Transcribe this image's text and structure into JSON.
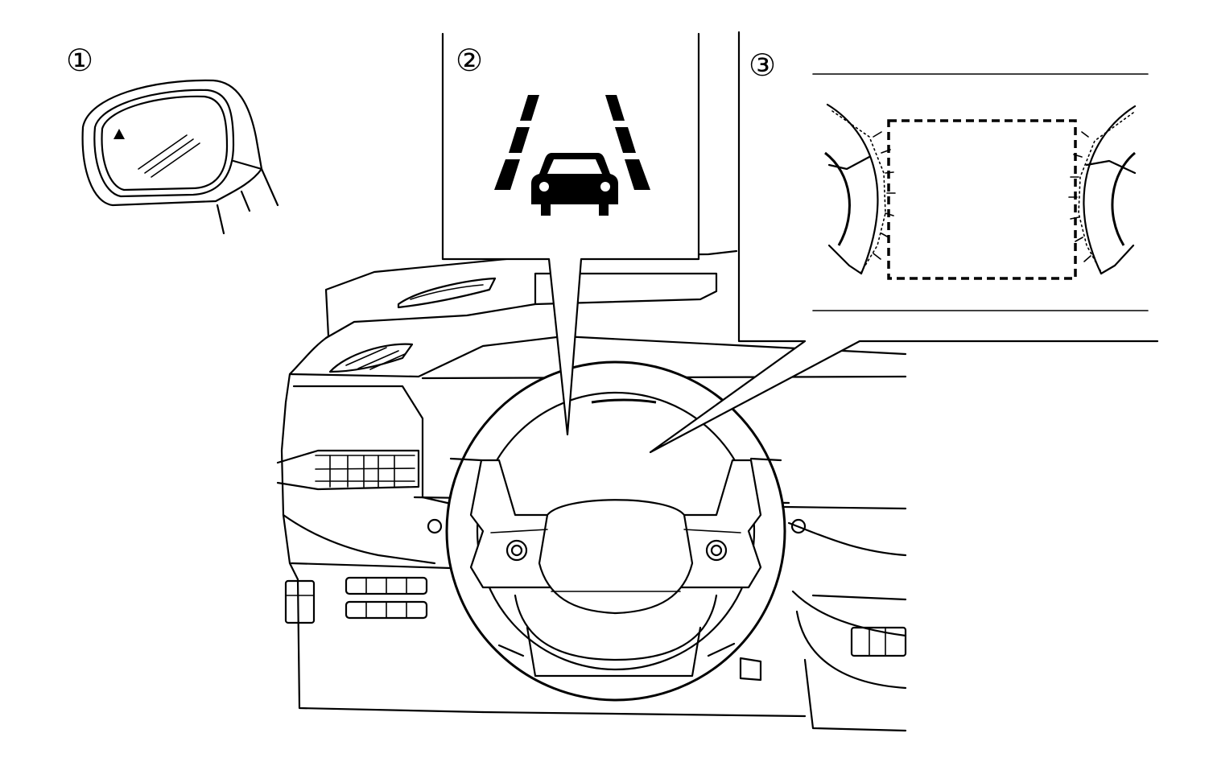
{
  "callouts": [
    {
      "id": "mirror",
      "label": "①"
    },
    {
      "id": "lane-indicator",
      "label": "②"
    },
    {
      "id": "instrument-cluster",
      "label": "③"
    }
  ],
  "icons": {
    "mirror": "side-mirror-icon",
    "warning": "triangle-warning-icon",
    "lane": "lane-departure-icon",
    "car": "car-front-icon"
  },
  "colors": {
    "ink": "#000000",
    "paper": "#ffffff"
  }
}
